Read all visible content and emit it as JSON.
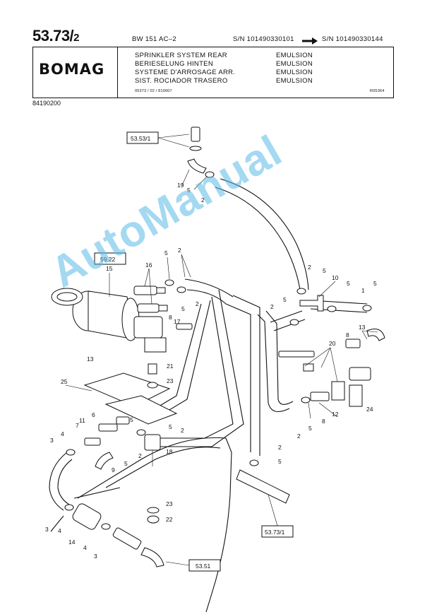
{
  "header": {
    "page_number": "53.73/",
    "page_suffix": "2",
    "model": "BW 151 AC–2",
    "serial_from": "S/N 101490330101",
    "serial_to": "S/N 101490330144",
    "arrow_icon": "arrow-right-icon",
    "logo": "BOMAG",
    "titles": [
      {
        "text": "SPRINKLER SYSTEM REAR",
        "variant": "EMULSION"
      },
      {
        "text": "BERIESELUNG HINTEN",
        "variant": "EMULSION"
      },
      {
        "text": "SYSTEME D'ARROSAGE ARR.",
        "variant": "EMULSION"
      },
      {
        "text": "SIST. ROCIADOR TRASERO",
        "variant": "EMULSION"
      }
    ],
    "doc_code": "05373 / 02 / 810007",
    "drawing_code": "R05364",
    "part_number": "84190200"
  },
  "diagram": {
    "ref_boxes": [
      "53.53/1",
      "59.22",
      "53.73/1",
      "53.51"
    ],
    "callouts": [
      "1",
      "2",
      "3",
      "4",
      "5",
      "6",
      "7",
      "8",
      "9",
      "10",
      "11",
      "12",
      "13",
      "14",
      "15",
      "16",
      "17",
      "18",
      "19",
      "20",
      "21",
      "22",
      "23",
      "24",
      "25"
    ]
  },
  "watermark": "AutoManual"
}
